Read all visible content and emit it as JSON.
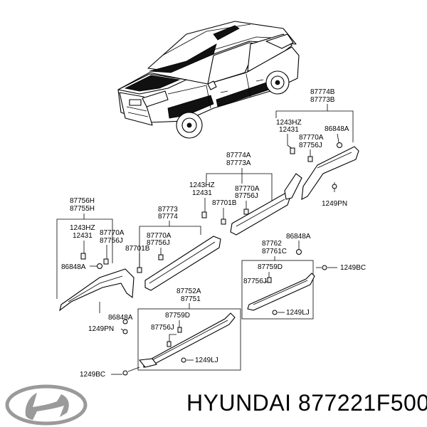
{
  "brand": {
    "text": "HYUNDAI 877221F500"
  },
  "labels": {
    "l1": "87774B",
    "l2": "87773B",
    "l3": "1243HZ",
    "l4": "12431",
    "l5": "86848A",
    "l6": "87770A",
    "l7": "87756J",
    "l8": "1249PN",
    "l9": "87774A",
    "l10": "87773A",
    "l11": "1243HZ",
    "l12": "12431",
    "l13": "87770A",
    "l14": "87756J",
    "l15": "87701B",
    "l16": "87756H",
    "l17": "87755H",
    "l18": "87773",
    "l19": "87774",
    "l20": "1243HZ",
    "l21": "12431",
    "l22": "87770A",
    "l23": "87756J",
    "l24": "87770A",
    "l25": "87756J",
    "l26": "87701B",
    "l27": "86848A",
    "l28": "87762",
    "l29": "87761C",
    "l30": "86848A",
    "l31": "87759D",
    "l32": "87756J",
    "l33": "1249BC",
    "l34": "1249LJ",
    "l35": "87752A",
    "l36": "87751",
    "l37": "86848A",
    "l38": "87759D",
    "l39": "1249PN",
    "l40": "87756J",
    "l41": "1249LJ",
    "l42": "1249BC"
  }
}
